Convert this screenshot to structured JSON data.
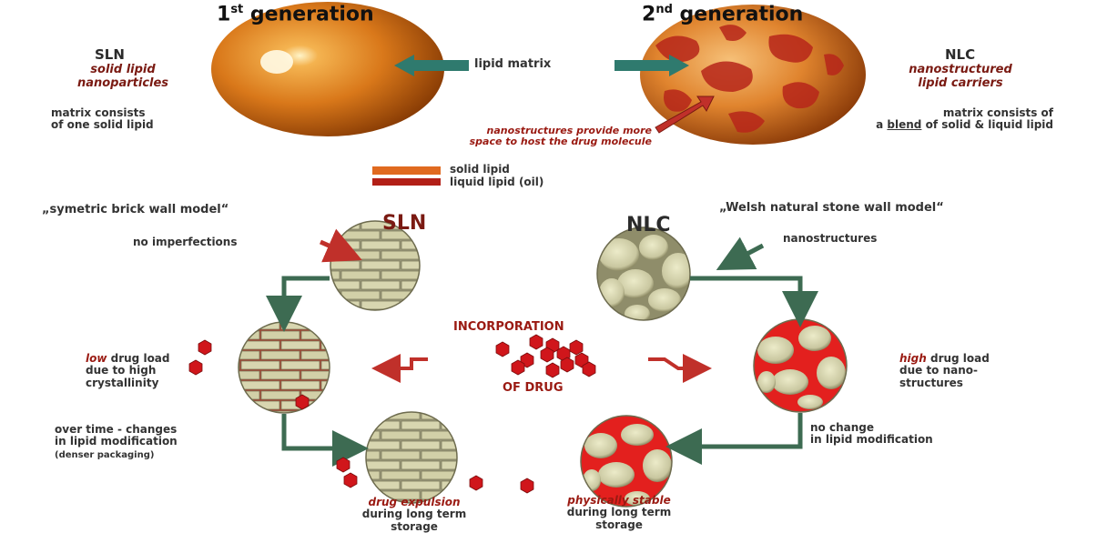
{
  "top": {
    "gen1": {
      "label": "1",
      "sup": "st",
      "suffix": " generation"
    },
    "gen2": {
      "label": "2",
      "sup": "nd",
      "suffix": " generation"
    },
    "lipid_matrix": "lipid matrix",
    "sln": {
      "abbr": "SLN",
      "full_line1": "solid lipid",
      "full_line2": "nanoparticles",
      "matrix_line1": "matrix consists",
      "matrix_line2": "of one solid lipid"
    },
    "nlc": {
      "abbr": "NLC",
      "full_line1": "nanostructured",
      "full_line2": "lipid carriers",
      "matrix_line1": "matrix consists of",
      "matrix_prefix": "a ",
      "matrix_blend": "blend",
      "matrix_suffix": " of solid & liquid lipid"
    },
    "nanostructures_note_em": "nanostructures",
    "nanostructures_note_rest": " provide more",
    "nanostructures_note_line2": "space to host the drug molecule"
  },
  "legend": {
    "items": [
      {
        "label": "solid lipid",
        "color": "#e06a20"
      },
      {
        "label": "liquid lipid (oil)",
        "color": "#b21f17"
      }
    ]
  },
  "bottom": {
    "sln_model": "„symetric brick wall model“",
    "nlc_model": "„Welsh natural stone wall model“",
    "sln_title": "SLN",
    "nlc_title": "NLC",
    "no_imperfections": "no imperfections",
    "nanostructures": "nanostructures",
    "incorporation": "INCORPORATION",
    "of_drug": "OF DRUG",
    "low_em": "low",
    "low_rest": " drug load",
    "low_line2": "due to high",
    "low_line3": "crystallinity",
    "high_em": "high",
    "high_rest": " drug load",
    "high_line2": "due to nano-",
    "high_line3": "structures",
    "overtime_line1": "over time - changes",
    "overtime_line2": "in lipid modification",
    "overtime_line3": "(denser packaging)",
    "nochange_line1": "no change",
    "nochange_line2": "in lipid modification",
    "expulsion_em": "drug expulsion",
    "expulsion_line2": "during long term",
    "expulsion_line3": "storage",
    "stable_em": "physically stable",
    "stable_line2": "during long term",
    "stable_line3": "storage"
  },
  "colors": {
    "arrow_green": "#3d6b52",
    "drug_red": "#d0161b",
    "arrow_red": "#c0302a",
    "brick": "#cfcfa8"
  }
}
